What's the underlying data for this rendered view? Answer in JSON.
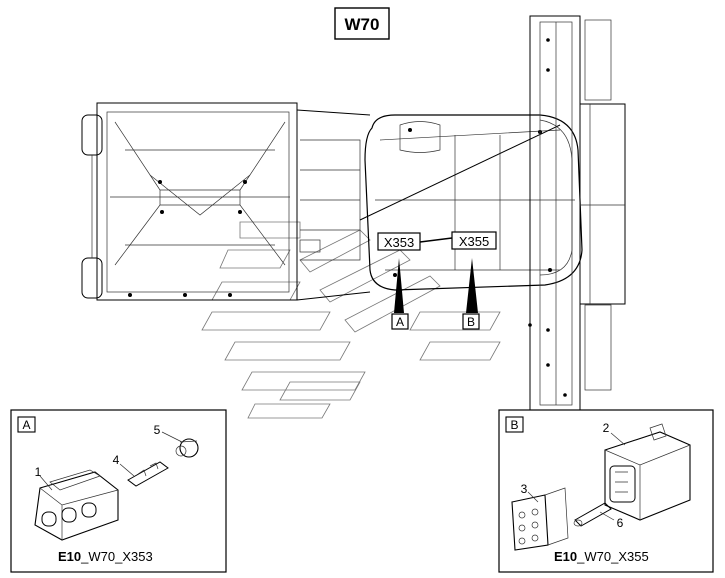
{
  "title": "W70",
  "connectors": {
    "x353": "X353",
    "x355": "X355"
  },
  "callouts": {
    "a": "A",
    "b": "B"
  },
  "detail_a": {
    "tag": "A",
    "caption_bold": "E10",
    "caption_rest": "_W70_X353",
    "parts": [
      "1",
      "4",
      "5"
    ]
  },
  "detail_b": {
    "tag": "B",
    "caption_bold": "E10",
    "caption_rest": "_W70_X355",
    "parts": [
      "2",
      "3",
      "6"
    ]
  }
}
